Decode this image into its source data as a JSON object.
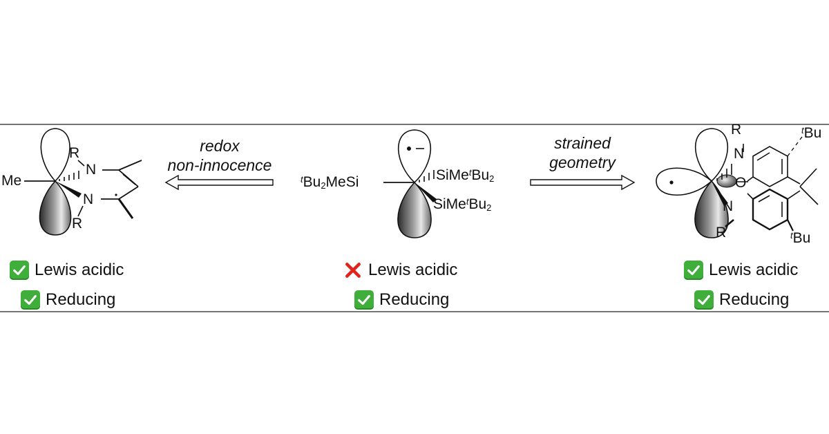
{
  "arrows": {
    "left_label_line1": "redox",
    "left_label_line2": "non-innocence",
    "right_label_line1": "strained",
    "right_label_line2": "geometry"
  },
  "left_molecule": {
    "substituent": "Me",
    "atom_N": "N",
    "atom_R": "R"
  },
  "center_molecule": {
    "left_group_sup": "t",
    "left_group_main": "Bu",
    "left_group_sub": "2",
    "left_group_tail": "MeSi",
    "right_group_prefix": "SiMe",
    "right_group_sup": "t",
    "right_group_main": "Bu",
    "right_group_sub": "2"
  },
  "right_molecule": {
    "atom_N": "N",
    "atom_O": "O",
    "atom_R": "R",
    "tbu_sup": "t",
    "tbu_main": "Bu"
  },
  "status": {
    "left": [
      {
        "icon": "check",
        "label": "Lewis acidic"
      },
      {
        "icon": "check",
        "label": "Reducing"
      }
    ],
    "center": [
      {
        "icon": "cross",
        "label": "Lewis acidic"
      },
      {
        "icon": "check",
        "label": "Reducing"
      }
    ],
    "right": [
      {
        "icon": "check",
        "label": "Lewis acidic"
      },
      {
        "icon": "check",
        "label": "Reducing"
      }
    ]
  },
  "colors": {
    "check_green": "#3fae3a",
    "cross_red": "#e0241b",
    "lobe_shade": "#555555"
  }
}
